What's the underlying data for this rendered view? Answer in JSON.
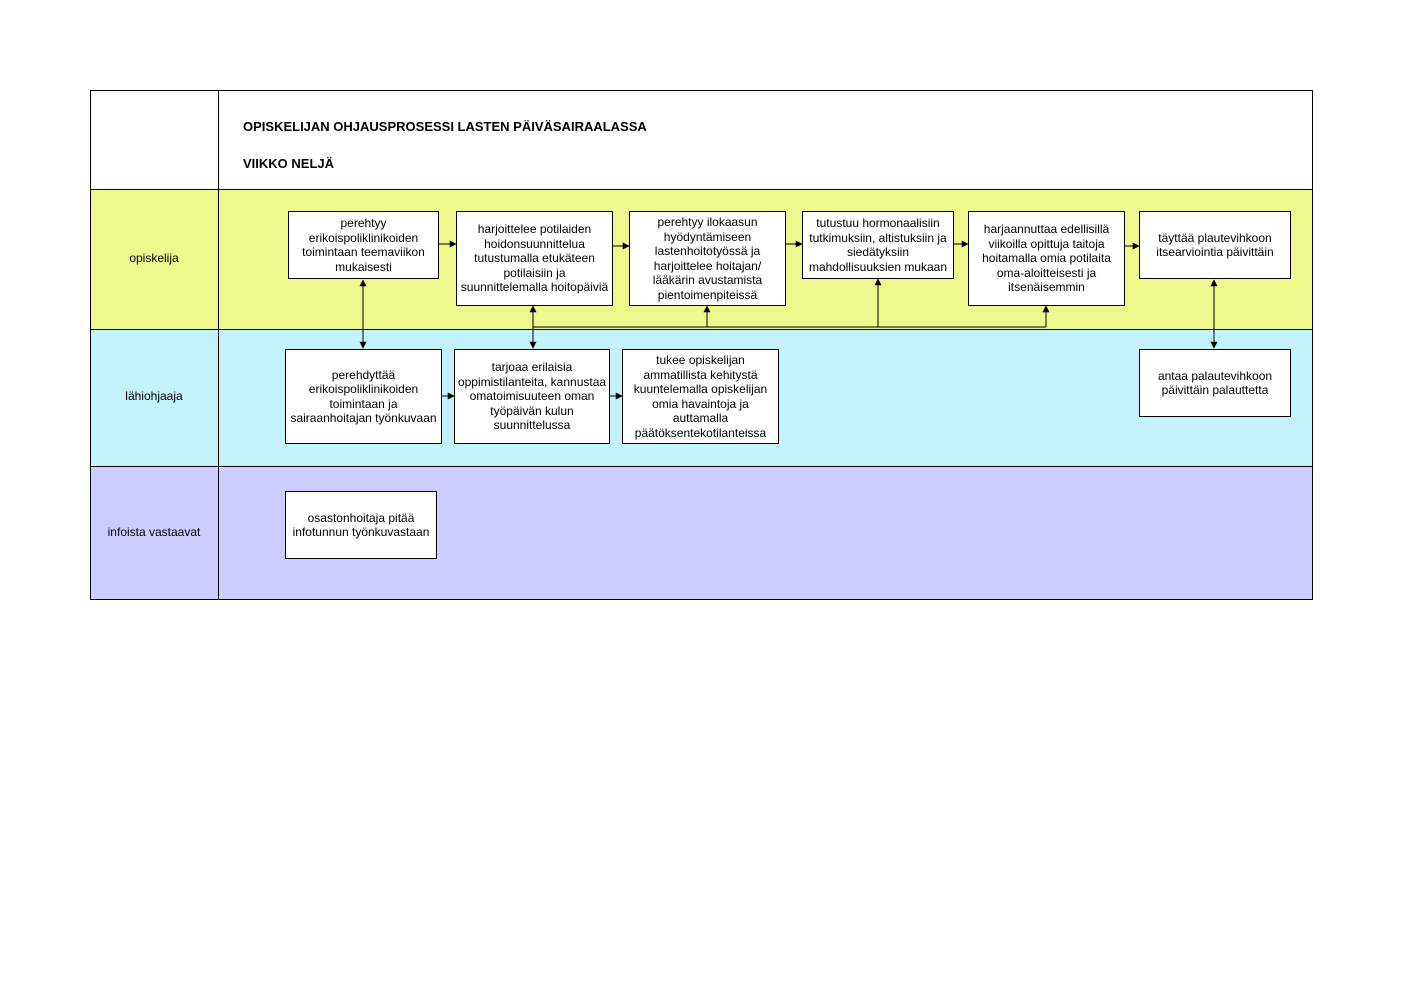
{
  "header": {
    "title": "OPISKELIJAN OHJAUSPROSESSI LASTEN PÄIVÄSAIRAALASSA",
    "subtitle": "VIIKKO NELJÄ"
  },
  "lanes": {
    "opiskelija": "opiskelija",
    "lahiohjaaja": "lähiohjaaja",
    "infoista": "infoista vastaavat"
  },
  "steps": {
    "s1": "perehtyy erikoispoliklinikoiden toimintaan teemaviikon mukaisesti",
    "s2": "harjoittelee potilaiden hoidonsuunnittelua tutustumalla etukäteen potilaisiin ja suunnittelemalla hoitopäiviä",
    "s3": "perehtyy ilokaasun hyödyntämiseen lastenhoitotyössä ja harjoittelee hoitajan/ lääkärin avustamista pientoimenpiteissä",
    "s4": "tutustuu hormonaalisiin tutkimuksiin, altistuksiin ja siedätyksiin mahdollisuuksien mukaan",
    "s5": "harjaannuttaa edellisillä viikoilla opittuja taitoja hoitamalla omia potilaita oma-aloitteisesti ja itsenäisemmin",
    "s6": "täyttää plautevihkoon itsearviointia päivittäin",
    "m1": "perehdyttää erikoispoliklinikoiden toimintaan ja sairaanhoitajan työnkuvaan",
    "m2": "tarjoaa erilaisia oppimistilanteita, kannustaa omatoimisuuteen oman työpäivän kulun suunnittelussa",
    "m3": "tukee opiskelijan ammatillista kehitystä kuuntelemalla opiskelijan omia havaintoja ja auttamalla päätöksentekotilanteissa",
    "m4": "antaa palautevihkoon päivittäin palauttetta",
    "i1": "osastonhoitaja pitää infotunnun työnkuvastaan"
  }
}
